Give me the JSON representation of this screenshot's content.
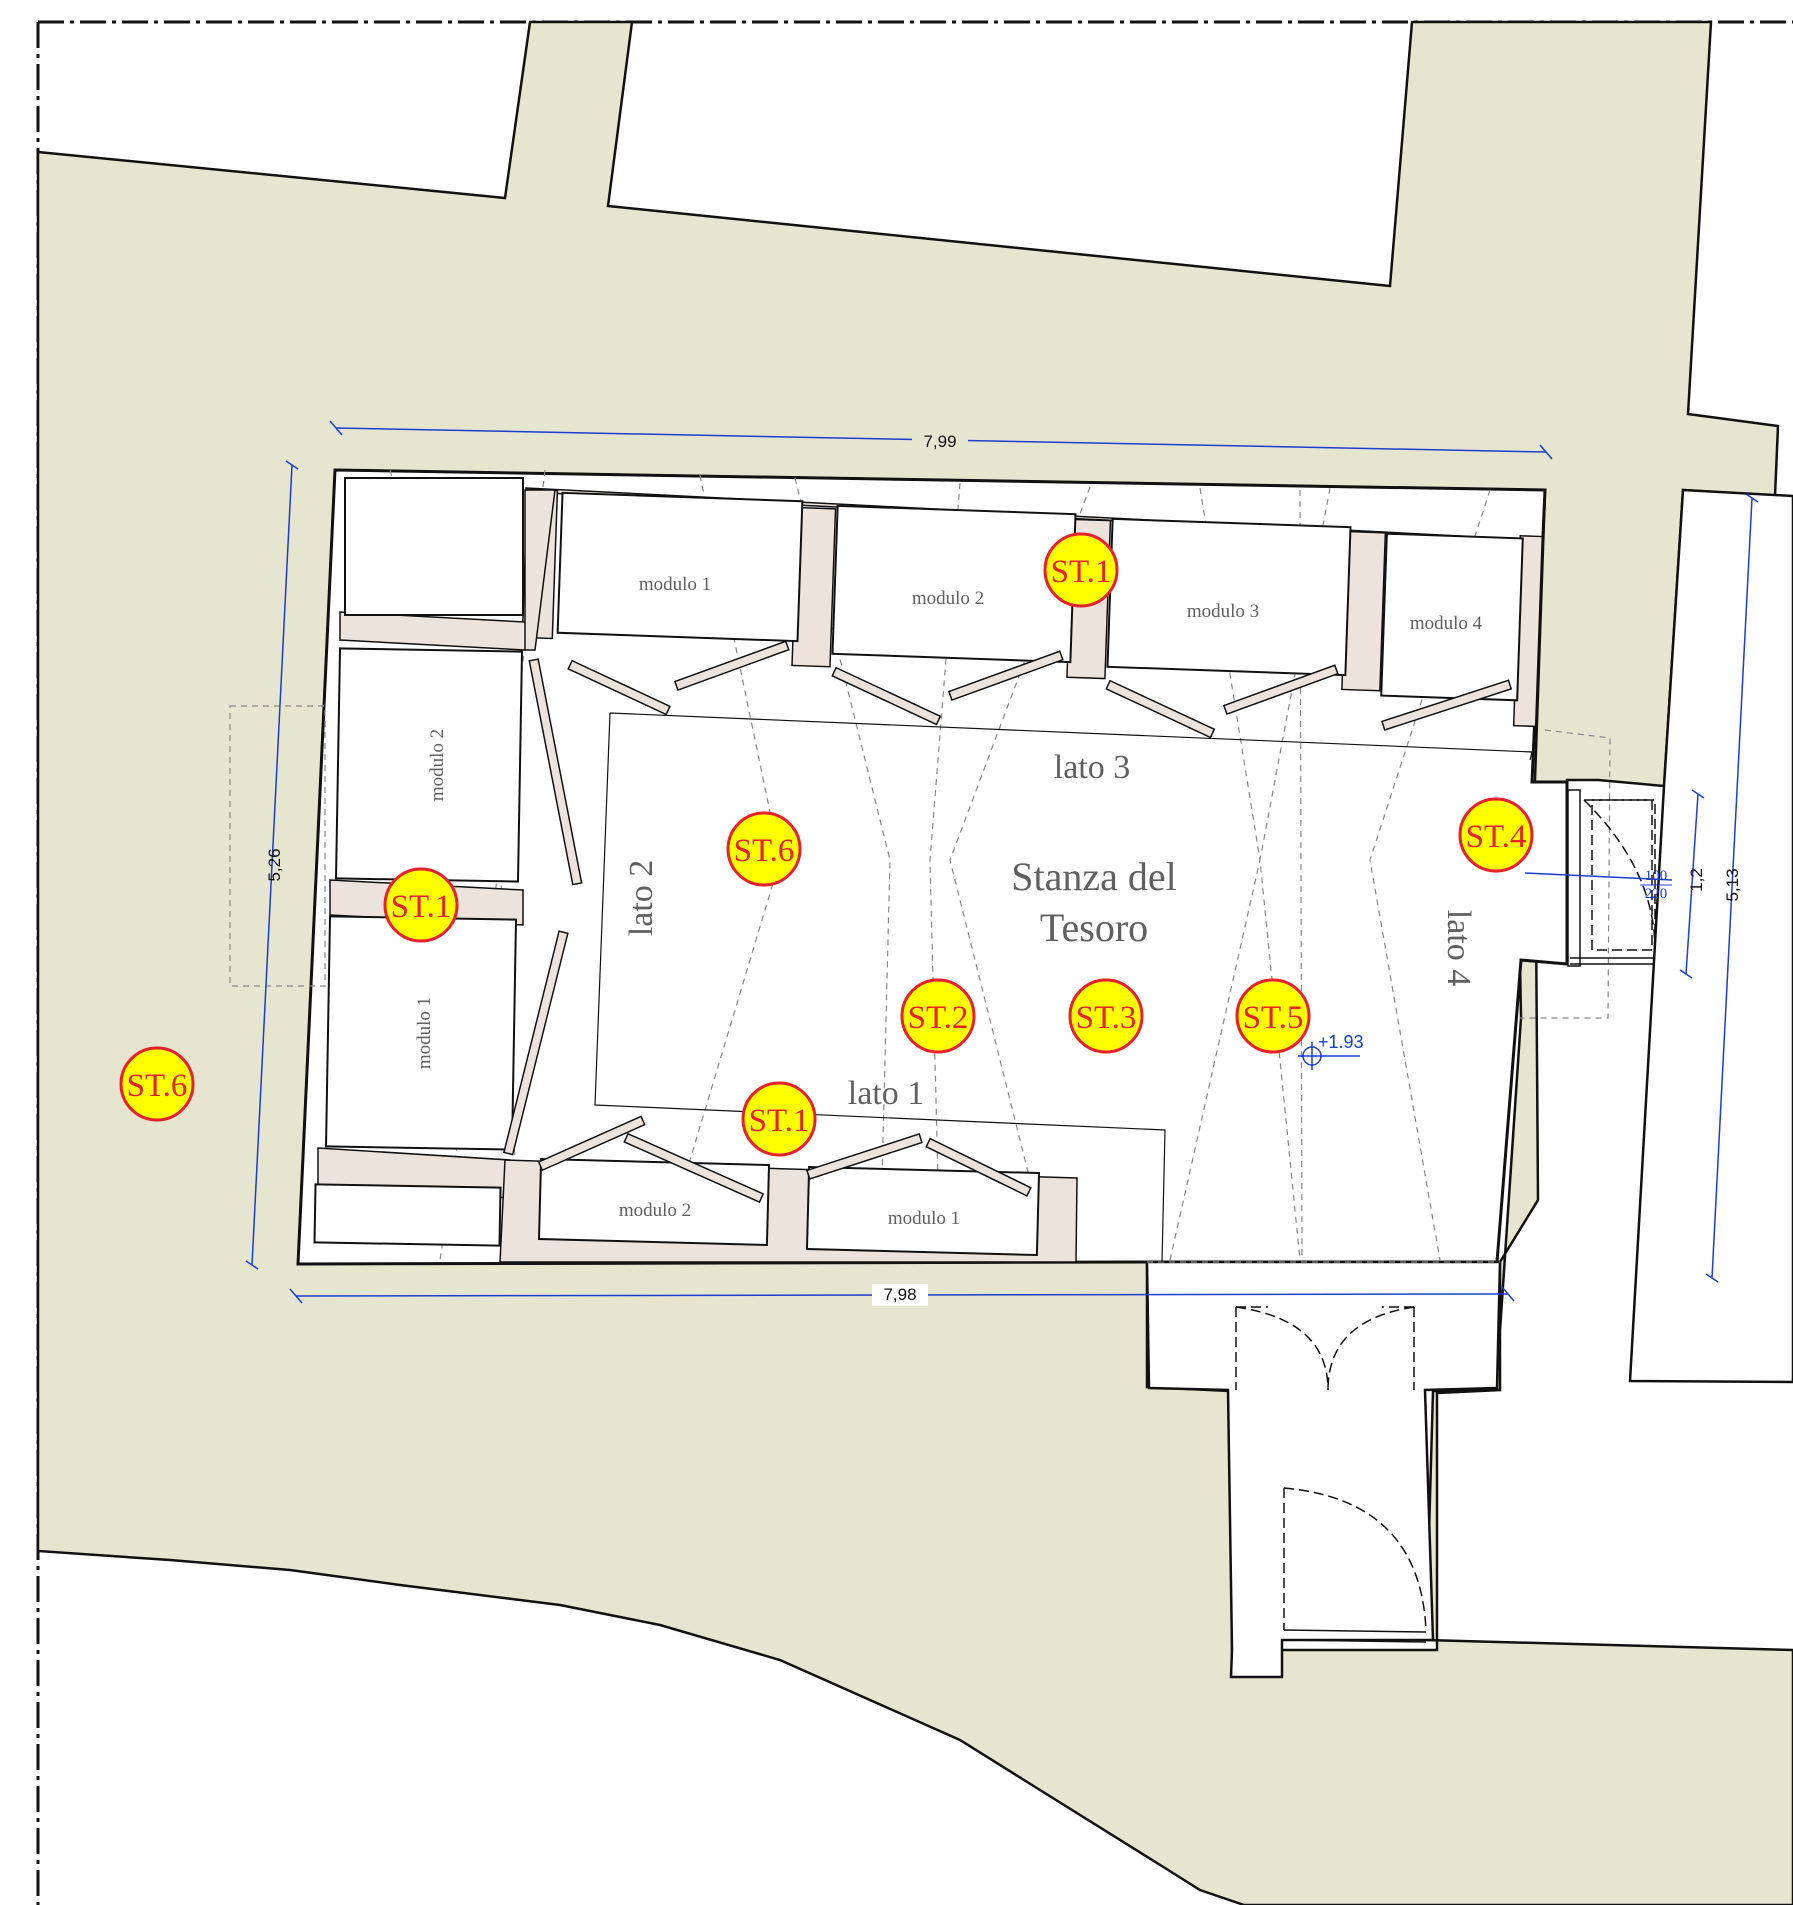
{
  "room": {
    "name_line1": "Stanza del",
    "name_line2": "Tesoro"
  },
  "sides": {
    "lato1": "lato 1",
    "lato2": "lato 2",
    "lato3": "lato 3",
    "lato4": "lato 4"
  },
  "modules": {
    "lato3": [
      "modulo 1",
      "modulo 2",
      "modulo 3",
      "modulo 4"
    ],
    "lato2": [
      "modulo 2",
      "modulo 1"
    ],
    "lato1": [
      "modulo 2",
      "modulo 1"
    ]
  },
  "dimensions": {
    "top": "7,99",
    "bottom": "7,98",
    "left": "5,26",
    "right": "5,13",
    "door": "1,2",
    "door_width": "100",
    "door_height": "220",
    "level": "+1.93"
  },
  "stations": [
    {
      "label": "ST.1"
    },
    {
      "label": "ST.1"
    },
    {
      "label": "ST.1"
    },
    {
      "label": "ST.2"
    },
    {
      "label": "ST.3"
    },
    {
      "label": "ST.4"
    },
    {
      "label": "ST.5"
    },
    {
      "label": "ST.6"
    },
    {
      "label": "ST.6"
    }
  ],
  "colors": {
    "wall_fill": "#e6e5d0",
    "cabinet_frame": "#ece4dc",
    "station_fill": "#ffff00",
    "station_stroke": "#e8202a",
    "station_text": "#e8202a",
    "dimension_line": "#1a3fd0",
    "annotation_blue": "#1a3fd0",
    "line_dark": "#111111",
    "text_grey": "#606060"
  }
}
